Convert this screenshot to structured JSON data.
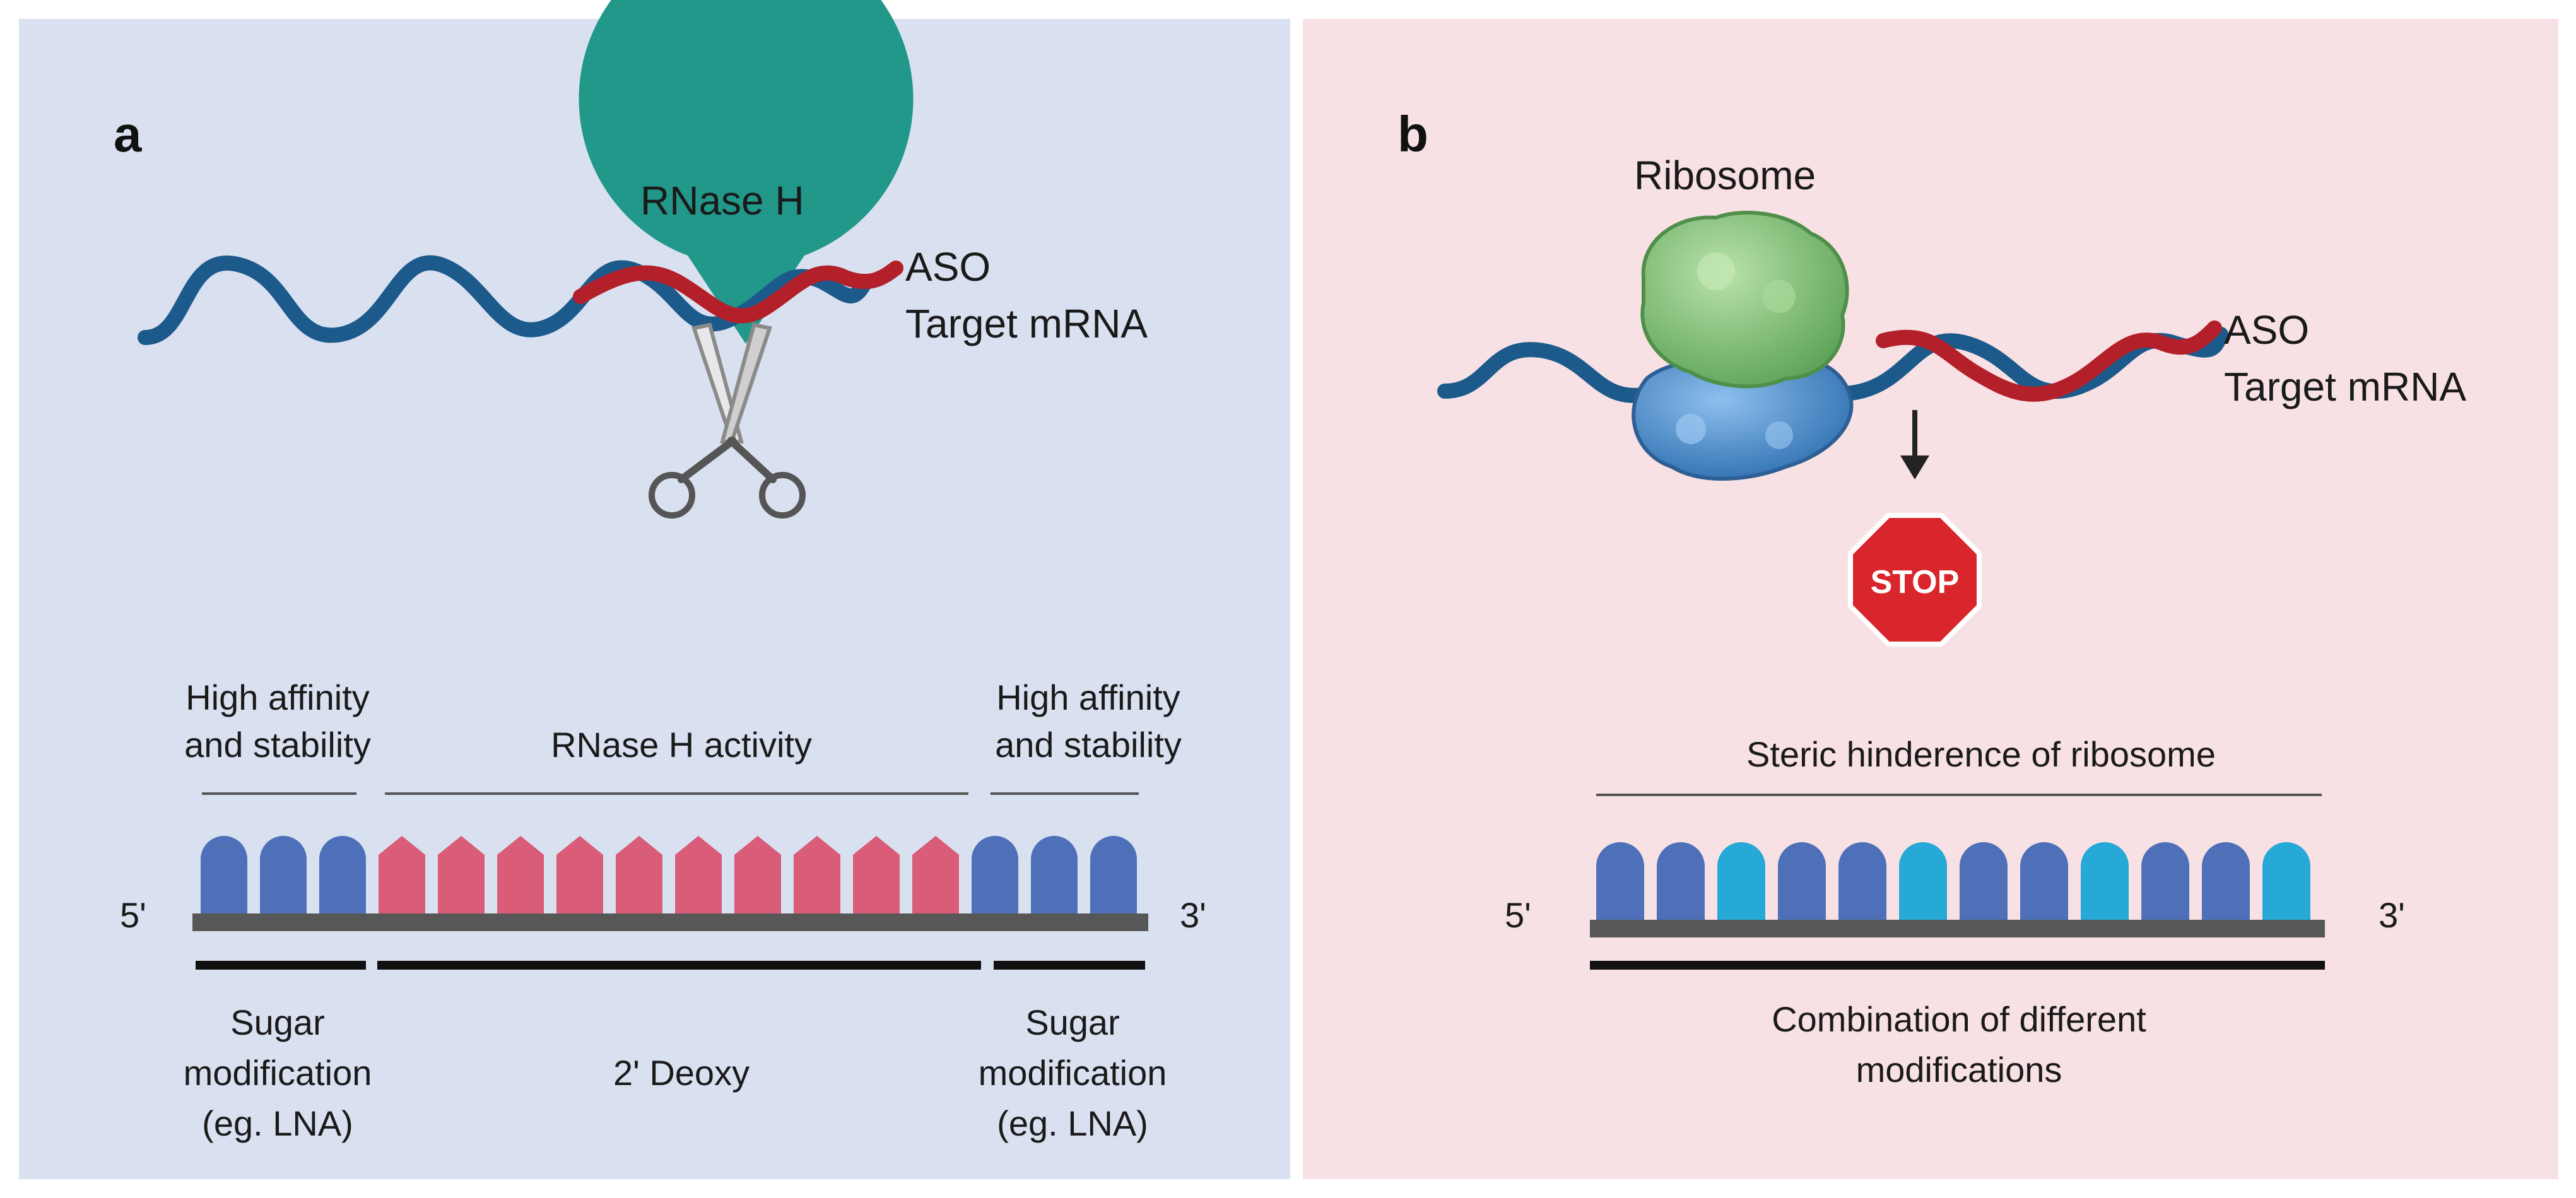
{
  "colors": {
    "panel_a_bg": "#d9e1f0",
    "panel_b_bg": "#f8e1e4",
    "mrna_strand": "#1c5a8c",
    "aso_strand": "#b3202a",
    "rnase_h_enzyme": "#21988a",
    "lna_block": "#4e70b8",
    "deoxy_block": "#d95c78",
    "alt_mod_block": "#26a9d6",
    "backbone": "#575757",
    "stop_sign": "#d9262c",
    "ribosome_large": "#8cc97e",
    "ribosome_small": "#4d8fd0"
  },
  "icons": {
    "enzyme": "rnase-h-enzyme-icon",
    "scissors": "scissors-icon",
    "ribosome": "ribosome-icon",
    "stop": "stop-sign-icon",
    "arrow": "down-arrow-icon"
  },
  "panel_a": {
    "letter": "a",
    "enzyme_label": "RNase H",
    "aso_label": "ASO",
    "mrna_label": "Target mRNA",
    "left_region_label_1": "High affinity",
    "left_region_label_2": "and stability",
    "middle_region_label": "RNase H activity",
    "right_region_label_1": "High affinity",
    "right_region_label_2": "and stability",
    "five_prime": "5'",
    "three_prime": "3'",
    "left_mod_label_1": "Sugar",
    "left_mod_label_2": "modification",
    "left_mod_label_3": "(eg. LNA)",
    "middle_mod_label": "2' Deoxy",
    "right_mod_label_1": "Sugar",
    "right_mod_label_2": "modification",
    "right_mod_label_3": "(eg. LNA)",
    "block_pattern": [
      "lna",
      "lna",
      "lna",
      "deoxy",
      "deoxy",
      "deoxy",
      "deoxy",
      "deoxy",
      "deoxy",
      "deoxy",
      "deoxy",
      "deoxy",
      "deoxy",
      "lna",
      "lna",
      "lna"
    ]
  },
  "panel_b": {
    "letter": "b",
    "ribosome_label": "Ribosome",
    "aso_label": "ASO",
    "mrna_label": "Target mRNA",
    "stop_text": "STOP",
    "region_label": "Steric hinderence of ribosome",
    "five_prime": "5'",
    "three_prime": "3'",
    "mod_label_1": "Combination of different",
    "mod_label_2": "modifications",
    "block_pattern": [
      "lna",
      "lna",
      "alt",
      "lna",
      "lna",
      "alt",
      "lna",
      "lna",
      "alt",
      "lna",
      "lna",
      "alt"
    ]
  }
}
